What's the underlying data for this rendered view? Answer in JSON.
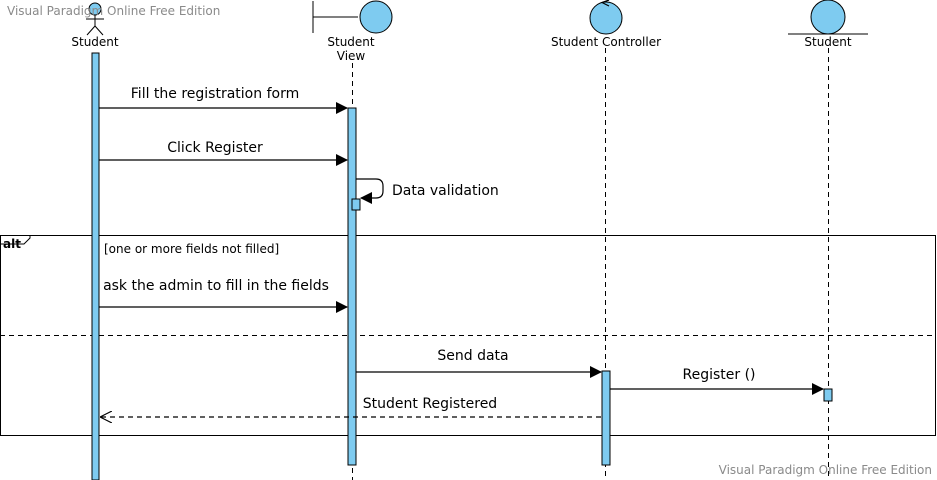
{
  "watermark": {
    "top_left": "Visual Paradigm Online Free Edition",
    "bottom_right": "Visual Paradigm Online Free Edition"
  },
  "colors": {
    "fill": "#7ecbf0",
    "stroke": "#000000",
    "watermark": "#8a8a8a"
  },
  "lifelines": [
    {
      "id": "student-actor",
      "kind": "actor",
      "name": "Student"
    },
    {
      "id": "student-view",
      "kind": "boundary",
      "name_lines": [
        "Student",
        "View"
      ]
    },
    {
      "id": "student-controller",
      "kind": "control",
      "name": "Student Controller"
    },
    {
      "id": "student-entity",
      "kind": "entity",
      "name": "Student"
    }
  ],
  "messages": [
    {
      "label": "Fill the registration form",
      "from": "student-actor",
      "to": "student-view",
      "style": "sync"
    },
    {
      "label": "Click Register",
      "from": "student-actor",
      "to": "student-view",
      "style": "sync"
    },
    {
      "label": "Data validation",
      "from": "student-view",
      "to": "student-view",
      "style": "self"
    },
    {
      "label": "ask the admin to fill in the fields",
      "from": "student-actor",
      "to": "student-view",
      "style": "sync"
    },
    {
      "label": "Send data",
      "from": "student-view",
      "to": "student-controller",
      "style": "sync"
    },
    {
      "label": "Register ()",
      "from": "student-controller",
      "to": "student-entity",
      "style": "sync"
    },
    {
      "label": "Student Registered",
      "from": "student-controller",
      "to": "student-actor",
      "style": "return"
    }
  ],
  "fragment": {
    "operator": "alt",
    "guard": "[one or more fields not filled]"
  }
}
